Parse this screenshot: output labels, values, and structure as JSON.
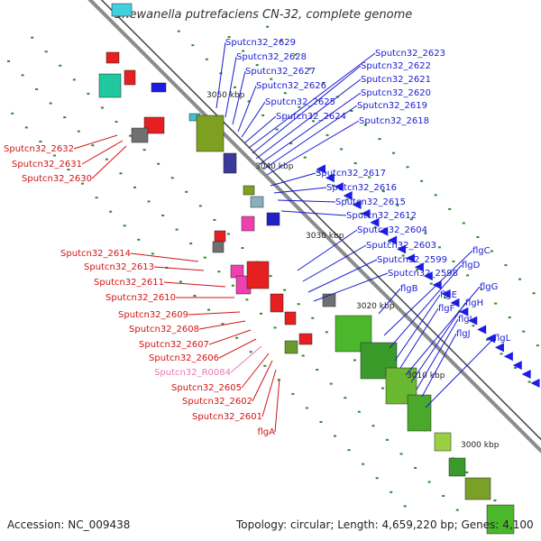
{
  "title": "Shewanella putrefaciens CN-32, complete genome",
  "accession": "Accession: NC_009438",
  "summary": "Topology: circular; Length: 4,659,220 bp; Genes: 4,100",
  "colors": {
    "backbone": "#8c8c8c",
    "forward_cds": "#e62020",
    "reverse_cds": "#1c1ce6",
    "label_forward": "#d21414",
    "label_reverse": "#1a1ad2",
    "label_rna": "#e87ab4",
    "tick": "#2a8a2a"
  },
  "scale_labels": [
    "3050 kbp",
    "3040 kbp",
    "3030 kbp",
    "3020 kbp",
    "3010 kbp",
    "3000 kbp"
  ],
  "reverse_labels": [
    "Sputcn32_2629",
    "Sputcn32_2628",
    "Sputcn32_2627",
    "Sputcn32_2626",
    "Sputcn32_2625",
    "Sputcn32_2624",
    "Sputcn32_2623",
    "Sputcn32_2622",
    "Sputcn32_2621",
    "Sputcn32_2620",
    "Sputcn32_2619",
    "Sputcn32_2618",
    "Sputcn32_2617",
    "Sputcn32_2616",
    "Sputcn32_2615",
    "Sputcn32_2612",
    "Sputcn32_2604",
    "Sputcn32_2603",
    "Sputcn32_2599",
    "Sputcn32_2598",
    "flgB",
    "flgC",
    "flgD",
    "flgE",
    "flgF",
    "flgG",
    "flgH",
    "flgI",
    "flgJ",
    "flgL"
  ],
  "forward_labels": [
    "Sputcn32_2632",
    "Sputcn32_2631",
    "Sputcn32_2630",
    "Sputcn32_2614",
    "Sputcn32_2613",
    "Sputcn32_2611",
    "Sputcn32_2610",
    "Sputcn32_2609",
    "Sputcn32_2608",
    "Sputcn32_2607",
    "Sputcn32_2606",
    "Sputcn32_R0084",
    "Sputcn32_2605",
    "Sputcn32_2602",
    "Sputcn32_2601",
    "flgA"
  ]
}
